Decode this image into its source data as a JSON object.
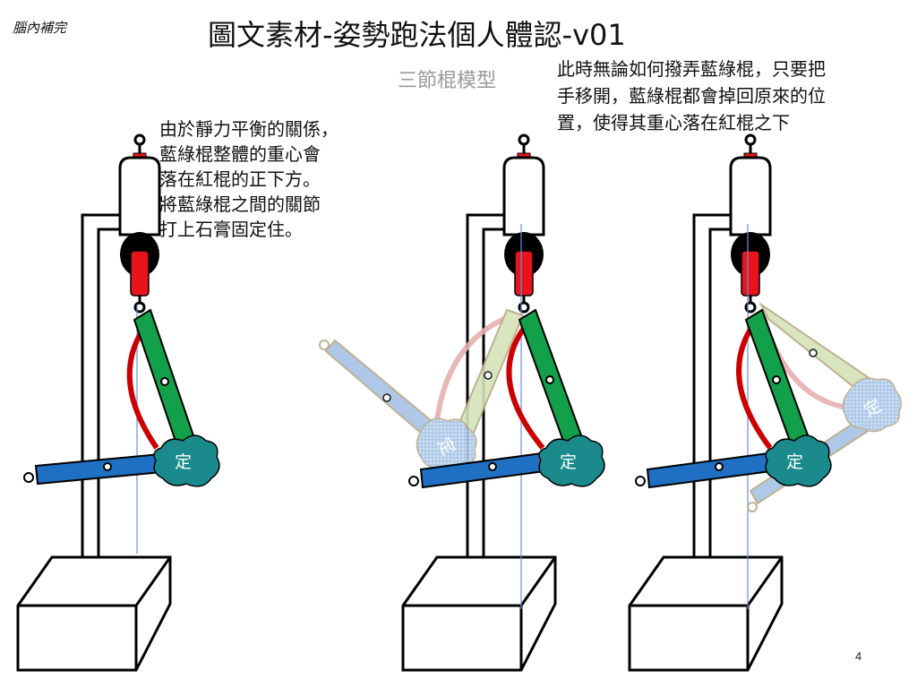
{
  "corner_tag": "腦內補完",
  "title": "圖文素材-姿勢跑法個人體認-v01",
  "subtitle": "三節棍模型",
  "note_left": [
    "由於靜力平衡的關係，",
    "藍綠棍整體的重心會",
    "落在紅棍的正下方。",
    "將藍綠棍之間的關節",
    "打上石膏固定住。"
  ],
  "note_right": [
    "此時無論如何撥弄藍綠棍，只要把",
    "手移開，藍綠棍都會掉回原來的位",
    "置，使得其重心落在紅棍之下"
  ],
  "fixed_label": "定",
  "page_number": "4",
  "colors": {
    "red_stick": "#e8141b",
    "green_stick": "#12a04a",
    "blue_stick": "#1f6fc3",
    "cast": "#1a8a8c",
    "string": "#cc0000",
    "ghost_blue": "#a7c3e6",
    "ghost_green": "#d5e3b8",
    "ghost_string": "#e8b0b0",
    "plumb_line": "#6b8fd6"
  }
}
